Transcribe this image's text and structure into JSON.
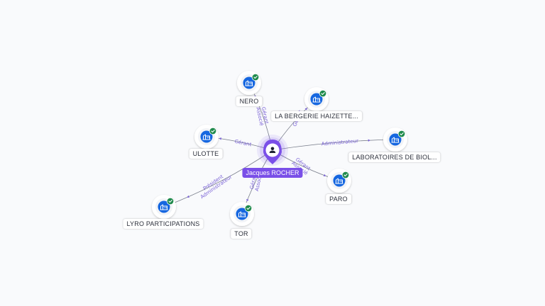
{
  "colors": {
    "accent": "#7a4fe8",
    "company": "#1667e0",
    "verified": "#1f8a4c",
    "edge": "#7a7f8c",
    "edge_label": "#7a62d6"
  },
  "center": {
    "label": "Jacques ROCHER",
    "icon": "person-icon"
  },
  "companies": [
    {
      "id": "nero",
      "label": "NERO",
      "icon": "company-building-icon",
      "verified": true,
      "relations": [
        "Gérant",
        "Associé"
      ]
    },
    {
      "id": "la-bergerie",
      "label": "LA BERGERIE HAIZETTE...",
      "icon": "company-building-icon",
      "verified": true,
      "relations": [
        "Gérant"
      ]
    },
    {
      "id": "ulotte",
      "label": "ULOTTE",
      "icon": "company-building-icon",
      "verified": true,
      "relations": [
        "Gérant"
      ]
    },
    {
      "id": "laboratoires",
      "label": "LABORATOIRES DE BIOL...",
      "icon": "company-building-icon",
      "verified": true,
      "relations": [
        "Administrateur"
      ]
    },
    {
      "id": "paro",
      "label": "PARO",
      "icon": "company-building-icon",
      "verified": true,
      "relations": [
        "Gérant",
        "Associé"
      ]
    },
    {
      "id": "lyro",
      "label": "LYRO PARTICIPATIONS",
      "icon": "company-building-icon",
      "verified": true,
      "relations": [
        "Président",
        "Administrateur"
      ]
    },
    {
      "id": "tor",
      "label": "TOR",
      "icon": "company-building-icon",
      "verified": true,
      "relations": [
        "Gérant",
        "Associé"
      ]
    }
  ]
}
